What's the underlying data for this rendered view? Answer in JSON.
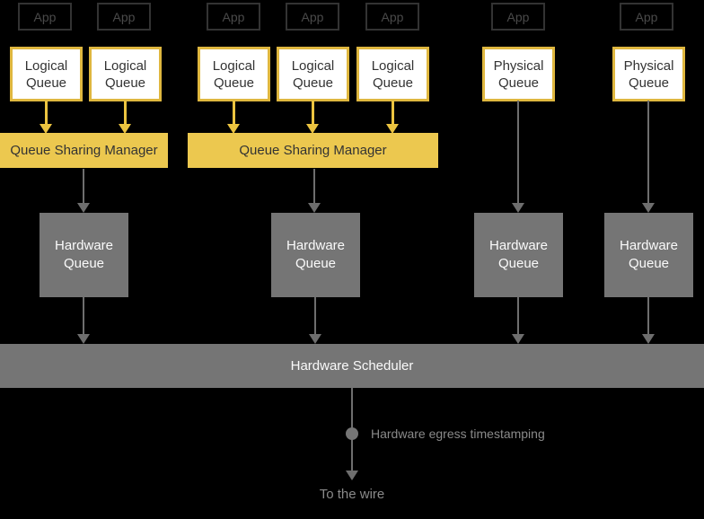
{
  "palette": {
    "background": "#000000",
    "yellow_fill": "#ecc84f",
    "yellow_border": "#dfb73f",
    "yellow_arrow": "#ecc440",
    "gray_box": "#757575",
    "gray_line": "#6e6e6e",
    "app_border": "#333333",
    "app_text": "#4a4a4a",
    "dark_text": "#333333",
    "light_text": "#fafafa",
    "muted_text": "#8a8a8a",
    "queue_fill": "#ffffff"
  },
  "diagram": {
    "apps": [
      {
        "label": "App"
      },
      {
        "label": "App"
      },
      {
        "label": "App"
      },
      {
        "label": "App"
      },
      {
        "label": "App"
      },
      {
        "label": "App"
      },
      {
        "label": "App"
      }
    ],
    "queues": [
      {
        "label": "Logical Queue",
        "type": "logical"
      },
      {
        "label": "Logical Queue",
        "type": "logical"
      },
      {
        "label": "Logical Queue",
        "type": "logical"
      },
      {
        "label": "Logical Queue",
        "type": "logical"
      },
      {
        "label": "Logical Queue",
        "type": "logical"
      },
      {
        "label": "Physical Queue",
        "type": "physical"
      },
      {
        "label": "Physical Queue",
        "type": "physical"
      }
    ],
    "managers": [
      {
        "label": "Queue Sharing Manager"
      },
      {
        "label": "Queue Sharing Manager"
      }
    ],
    "hardware_queues": [
      {
        "label": "Hardware Queue"
      },
      {
        "label": "Hardware Queue"
      },
      {
        "label": "Hardware Queue"
      },
      {
        "label": "Hardware Queue"
      }
    ],
    "scheduler": {
      "label": "Hardware Scheduler"
    },
    "annotations": {
      "egress": "Hardware egress timestamping",
      "wire": "To the wire"
    }
  }
}
